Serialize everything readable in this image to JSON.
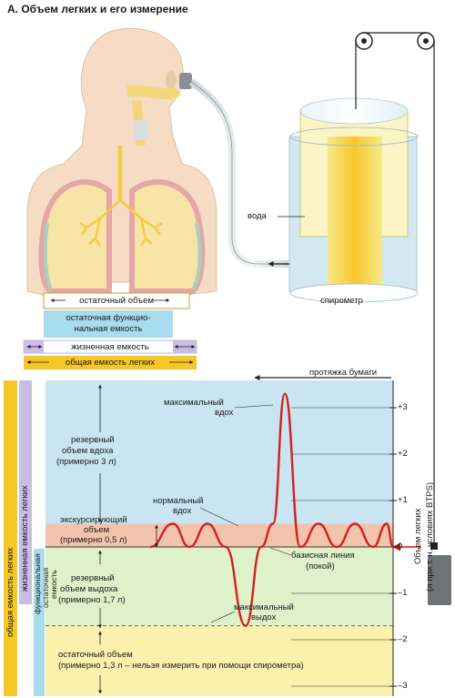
{
  "title": "А. Объем легких и его измерение",
  "apparatus": {
    "water_label": "вода",
    "spirometer_label": "спирометр"
  },
  "bars": {
    "residual": "остаточный объем",
    "frc_line1": "остаточная функцио-",
    "frc_line2": "нальная емкость",
    "vital": "жизненная емкость",
    "total": "общая емкость легких"
  },
  "chart": {
    "paper_feed": "протяжка бумаги",
    "max_inspiration_1": "максимальный",
    "max_inspiration_2": "вдох",
    "normal_inspiration_1": "нормальный",
    "normal_inspiration_2": "вдох",
    "irv_1": "резервный",
    "irv_2": "объем вдоха",
    "irv_3": "(примерно 3 л)",
    "tv_1": "экскурсирующий",
    "tv_2": "объем",
    "tv_3": "(примерно 0,5 л)",
    "baseline_1": "базисная линия",
    "baseline_2": "(покой)",
    "erv_1": "резервный",
    "erv_2": "объем выдоха",
    "erv_3": "(примерно 1,7 л)",
    "max_expiration_1": "максимальный",
    "max_expiration_2": "выдох",
    "rv_1": "остаточный объем",
    "rv_2": "(примерно 1,3 л – нельзя измерить при помощи спирометра)",
    "axis_title_1": "Объем легких",
    "axis_title_2": "(л при т. н. условиях BTPS)",
    "ticks": [
      "+3",
      "+2",
      "+1",
      "0",
      "–1",
      "–2",
      "–3"
    ],
    "vert_total": "общая емкость легких",
    "vert_vital": "жизненная емкость легких",
    "vert_frc_1": "функциональная",
    "vert_frc_2": "остаточная",
    "vert_frc_3": "емкость"
  },
  "chart_data": {
    "type": "line",
    "xlabel": "",
    "ylabel": "Объем легких",
    "ylim": [
      -3,
      3.3
    ],
    "ticks": [
      3,
      2,
      1,
      0,
      -1,
      -2,
      -3
    ],
    "series": [
      {
        "values": [
          0,
          0.5,
          0,
          0.5,
          0,
          -1.7,
          0,
          0.5,
          3.3,
          0,
          0.5,
          0,
          0.5,
          0,
          0.5,
          0
        ]
      }
    ],
    "tidal_volume": 0.5,
    "inspiratory_reserve_volume": 3,
    "expiratory_reserve_volume": 1.7,
    "residual_volume": 1.3,
    "colors": {
      "curve": "#d62020",
      "irv": "#bfe0ee",
      "tv": "#f2b8a0",
      "erv": "#d8eec0",
      "rv": "#f9ef9e"
    }
  }
}
